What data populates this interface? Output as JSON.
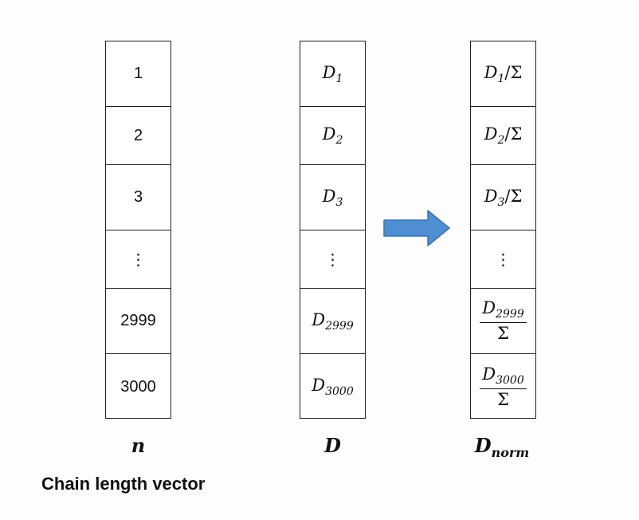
{
  "columns": {
    "n": {
      "cells": [
        "1",
        "2",
        "3",
        "⋮",
        "2999",
        "3000"
      ],
      "label": "n",
      "caption": "Chain length vector"
    },
    "d": {
      "cells": [
        {
          "base": "D",
          "sub": "1"
        },
        {
          "base": "D",
          "sub": "2"
        },
        {
          "base": "D",
          "sub": "3"
        },
        {
          "dots": "⋮"
        },
        {
          "base": "D",
          "sub": "2999"
        },
        {
          "base": "D",
          "sub": "3000"
        }
      ],
      "label": "D"
    },
    "dnorm": {
      "cells": [
        {
          "base": "D",
          "sub": "1",
          "div": "/Σ"
        },
        {
          "base": "D",
          "sub": "2",
          "div": "/Σ"
        },
        {
          "base": "D",
          "sub": "3",
          "div": "/Σ"
        },
        {
          "dots": "⋮"
        },
        {
          "base": "D",
          "sub": "2999",
          "denom": "Σ"
        },
        {
          "base": "D",
          "sub": "3000",
          "denom": "Σ"
        }
      ],
      "label_base": "D",
      "label_sub": "norm"
    }
  },
  "arrow": {
    "color": "#4f8ed0",
    "edge_color": "#3a73ae",
    "direction": "right"
  }
}
